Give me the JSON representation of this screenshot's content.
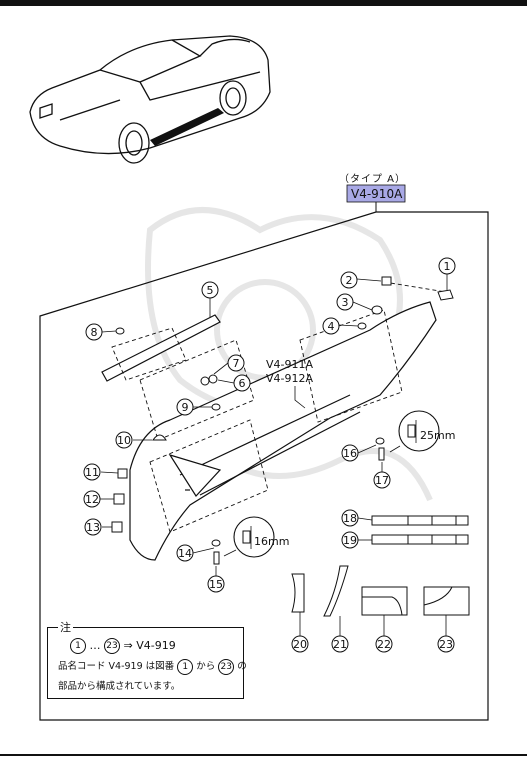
{
  "header": {
    "type_label": "（タイプ A）",
    "assembly_code": "V4-910A"
  },
  "assembly": {
    "part_label_1": "V4-911A",
    "part_label_2": "V4-912A",
    "dim_large": "25mm",
    "dim_small": "16mm"
  },
  "callouts": [
    "1",
    "2",
    "3",
    "4",
    "5",
    "6",
    "7",
    "8",
    "9",
    "10",
    "11",
    "12",
    "13",
    "14",
    "15",
    "16",
    "17",
    "18",
    "19",
    "20",
    "21",
    "22",
    "23"
  ],
  "note": {
    "title": "注",
    "range_start": "1",
    "range_sep": "…",
    "range_end": "23",
    "arrow_target": "⇒ V4-919",
    "line2_prefix": "品名コード V4-919 は図番",
    "line2_start": "1",
    "line2_mid": "から",
    "line2_end": "23",
    "line2_suffix": "の",
    "line3": "部品から構成されています。"
  },
  "colors": {
    "highlight": "#a9a9e6",
    "ink": "#111111",
    "watermark": "#e6e6e6"
  }
}
